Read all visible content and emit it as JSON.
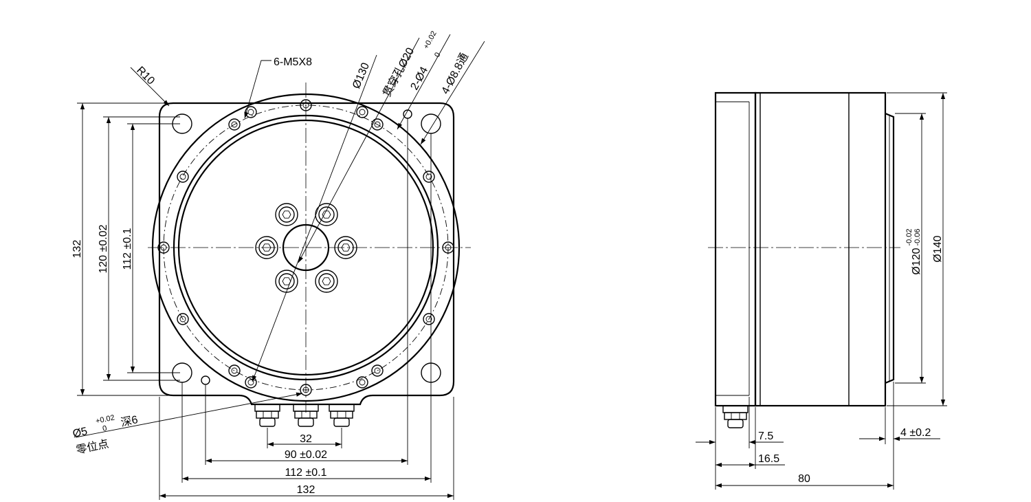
{
  "front_view": {
    "radius": "R10",
    "threads": "6-M5X8",
    "dia_130": "Ø130",
    "thru_hole": "贯穿孔Ø20",
    "pin_holes": "2-Ø4",
    "pin_tol_upper": "+0.02",
    "pin_tol_lower": "0",
    "mount_holes": "4-Ø8.8通",
    "dim_132_v": "132",
    "dim_120_v": "120 ±0.02",
    "dim_112_v": "112 ±0.1",
    "zero_hole": "Ø5",
    "zero_tol_upper": "+0.02",
    "zero_tol_lower": "0",
    "zero_depth": "深6",
    "zero_label": "零位点",
    "dim_32": "32",
    "dim_90": "90 ±0.02",
    "dim_112_h": "112 ±0.1",
    "dim_132_h": "132"
  },
  "side_view": {
    "dia_120": "Ø120",
    "dia_120_tol_upper": "-0.02",
    "dia_120_tol_lower": "-0.06",
    "dia_140": "Ø140",
    "dim_7_5": "7.5",
    "dim_16_5": "16.5",
    "dim_80": "80",
    "dim_4": "4 ±0.2"
  }
}
